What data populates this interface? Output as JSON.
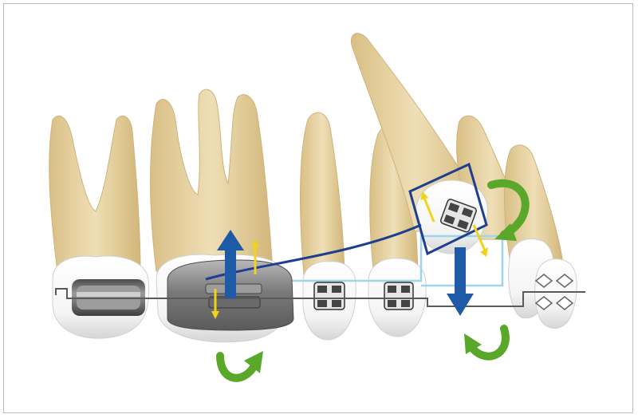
{
  "figure": {
    "colors": {
      "root": "#e8d4a6",
      "root_shade": "#d9bf86",
      "crown": "#ffffff",
      "crown_shade": "#dcdcdc",
      "band_metal": "#8a8a8a",
      "band_dark": "#4d4d4d",
      "wire": "#5a5a5a",
      "force_arrow_blue": "#1f5aa6",
      "force_arrow_yellow": "#f2d21b",
      "rotation_arrow_green": "#5aa829",
      "outline_dark_blue": "#1e3f8f",
      "outline_light_blue": "#9fd3ee",
      "frame_border": "#bdbdbd"
    },
    "arrows": {
      "blue_direction_molar": "up",
      "blue_direction_canine": "down",
      "green_rotation_count": 3
    }
  }
}
